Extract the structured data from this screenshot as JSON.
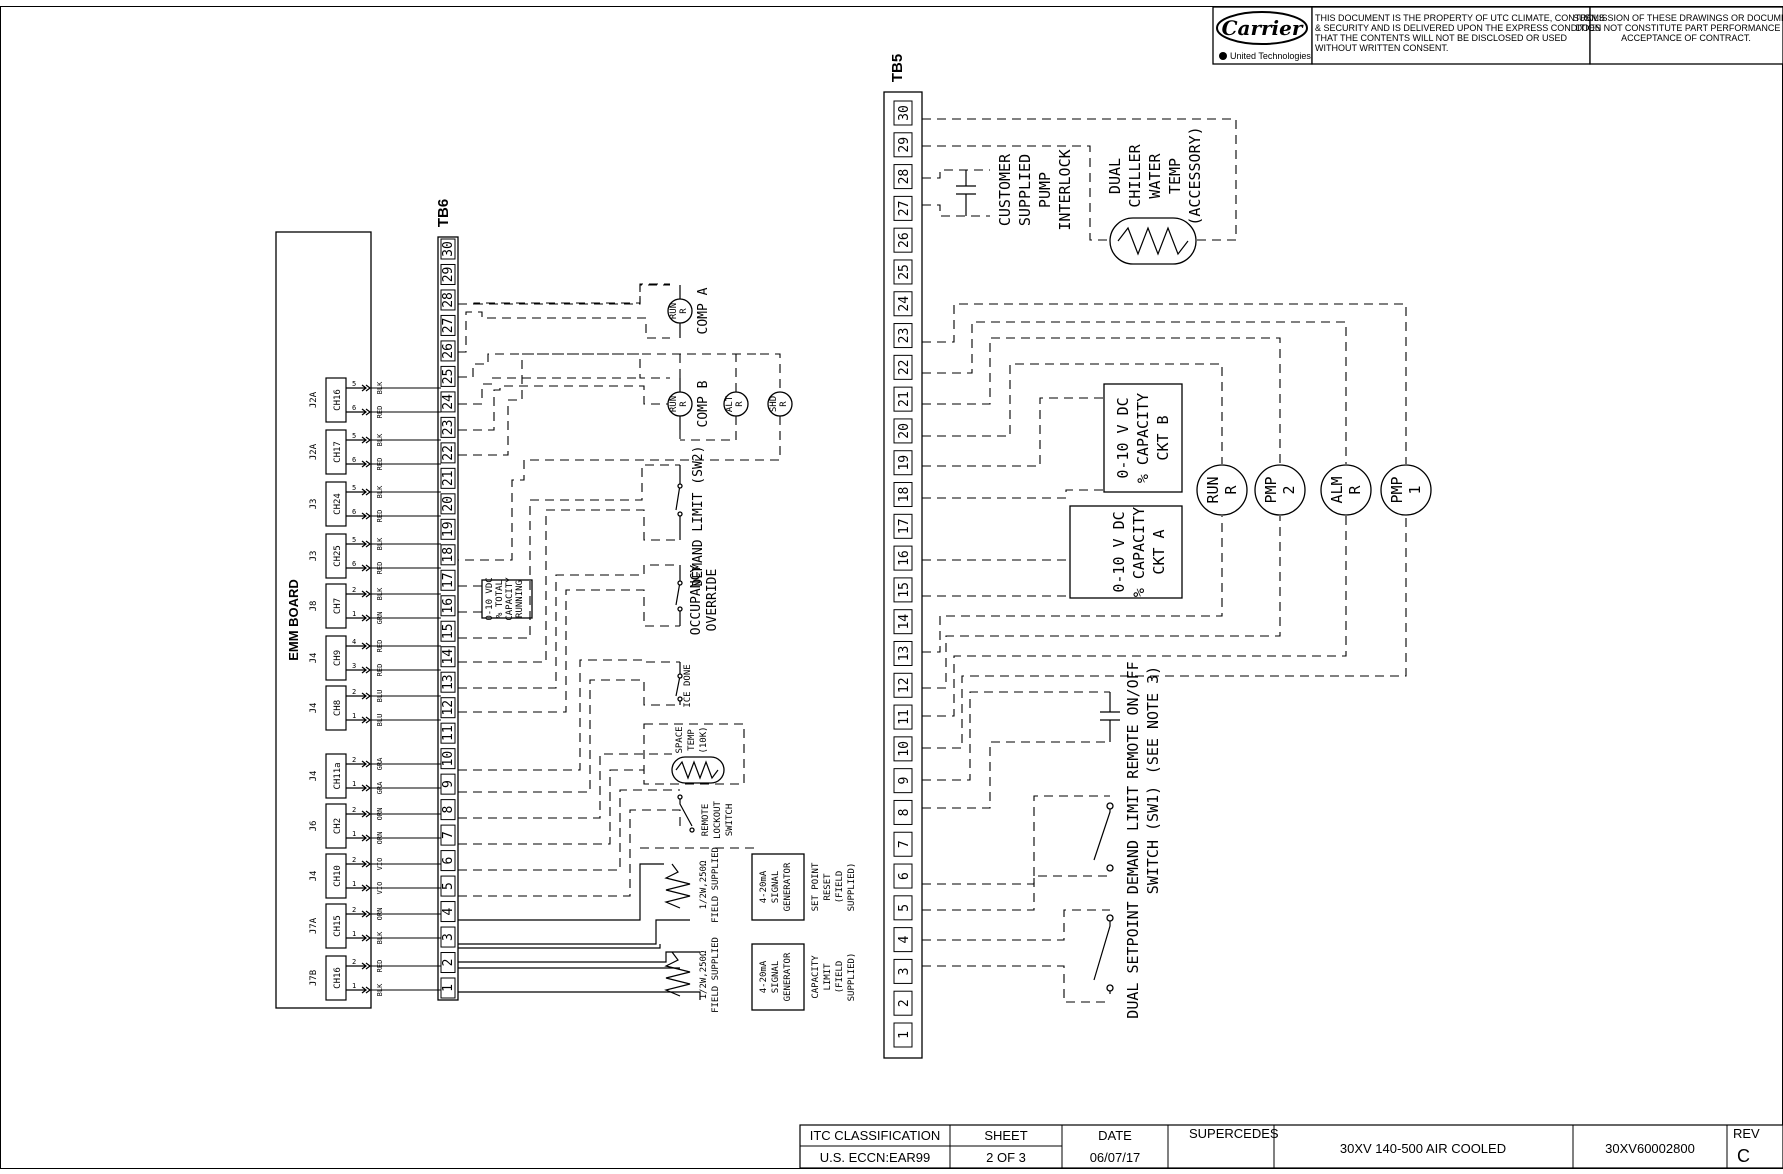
{
  "header": {
    "brand": "Carrier",
    "brand_sub": "United Technologies",
    "property_notice": [
      "THIS DOCUMENT IS THE PROPERTY OF UTC CLIMATE, CONTROLS",
      "& SECURITY AND IS DELIVERED UPON THE EXPRESS CONDITION",
      "THAT THE CONTENTS WILL NOT BE DISCLOSED OR USED",
      "WITHOUT WRITTEN CONSENT."
    ],
    "submission_notice": [
      "SUBMISSION OF THESE DRAWINGS OR DOCUMENT",
      "DOES NOT CONSTITUTE PART PERFORMANCE OR",
      "ACCEPTANCE OF CONTRACT."
    ]
  },
  "tb6": {
    "title": "TB6",
    "terminals": [
      "1",
      "2",
      "3",
      "4",
      "5",
      "6",
      "7",
      "8",
      "9",
      "10",
      "11",
      "12",
      "13",
      "14",
      "15",
      "16",
      "17",
      "18",
      "19",
      "20",
      "21",
      "22",
      "23",
      "24",
      "25",
      "26",
      "27",
      "28",
      "29",
      "30"
    ]
  },
  "tb5": {
    "title": "TB5",
    "terminals": [
      "1",
      "2",
      "3",
      "4",
      "5",
      "6",
      "7",
      "8",
      "9",
      "10",
      "11",
      "12",
      "13",
      "14",
      "15",
      "16",
      "17",
      "18",
      "19",
      "20",
      "21",
      "22",
      "23",
      "24",
      "25",
      "26",
      "27",
      "28",
      "29",
      "30"
    ]
  },
  "emm": {
    "title": "EMM BOARD",
    "channels": [
      {
        "ch": "CH16",
        "jack": "J7B",
        "wires": [
          "RED",
          "BLK"
        ],
        "pins": [
          "2",
          "1"
        ]
      },
      {
        "ch": "CH15",
        "jack": "J7A",
        "wires": [
          "ORN",
          "BLK"
        ],
        "pins": [
          "2",
          "1"
        ]
      },
      {
        "ch": "CH10",
        "jack": "J4",
        "wires": [
          "VIO",
          "VIO"
        ],
        "pins": [
          "2",
          "1"
        ]
      },
      {
        "ch": "CH2",
        "jack": "J6",
        "wires": [
          "ORN",
          "ORN"
        ],
        "pins": [
          "2",
          "1"
        ]
      },
      {
        "ch": "CH11a",
        "jack": "J4",
        "wires": [
          "GRA",
          "GRA"
        ],
        "pins": [
          "2",
          "1"
        ]
      },
      {
        "ch": "CH8",
        "jack": "J4",
        "wires": [
          "BLU",
          "BLU"
        ],
        "pins": [
          "2",
          "1"
        ]
      },
      {
        "ch": "CH9",
        "jack": "J4",
        "wires": [
          "RED",
          "RED"
        ],
        "pins": [
          "4",
          "3"
        ]
      },
      {
        "ch": "CH7",
        "jack": "J8",
        "wires": [
          "BLK",
          "GRN"
        ],
        "pins": [
          "2",
          "1"
        ]
      },
      {
        "ch": "CH25",
        "jack": "J3",
        "wires": [
          "BLK",
          "RED"
        ],
        "pins": [
          "5",
          "6"
        ]
      },
      {
        "ch": "CH24",
        "jack": "J3",
        "wires": [
          "BLK",
          "RED"
        ],
        "pins": [
          "5",
          "6"
        ]
      },
      {
        "ch": "CH17",
        "jack": "J2A",
        "wires": [
          "BLK",
          "RED"
        ],
        "pins": [
          "5",
          "6"
        ]
      },
      {
        "ch": "CH16",
        "jack": "J2A",
        "wires": [
          "BLK",
          "RED"
        ],
        "pins": [
          "5",
          "6"
        ]
      }
    ]
  },
  "tb6_devices": {
    "comp_a": "COMP A",
    "comp_b": "COMP B",
    "run": "RUN",
    "alt": "ALT",
    "shd": "SHD",
    "r": "R",
    "demand_limit_sw2": "DEMAND LIMIT (SW2)",
    "occupancy_override": [
      "OCCUPANCY",
      "OVERRIDE"
    ],
    "ice_done": "ICE DONE",
    "space_temp": [
      "SPACE",
      "TEMP",
      "(10K)"
    ],
    "remote_lockout": [
      "REMOTE",
      "LOCKOUT",
      "SWITCH"
    ],
    "resistor1": [
      "1/2W,250Ω",
      "FIELD SUPPLIED"
    ],
    "resistor2": [
      "1/2W,250Ω",
      "FIELD SUPPLIED"
    ],
    "signal_gen1": [
      "4-20mA",
      "SIGNAL",
      "GENERATOR"
    ],
    "signal_gen2": [
      "4-20mA",
      "SIGNAL",
      "GENERATOR"
    ],
    "set_point_reset": [
      "SET POINT",
      "RESET",
      "(FIELD",
      "SUPPLIED)"
    ],
    "capacity_limit": [
      "CAPACITY",
      "LIMIT",
      "(FIELD",
      "SUPPLIED)"
    ],
    "total_capacity": [
      "0-10 VDC",
      "% TOTAL",
      "CAPACITY",
      "RUNNING"
    ]
  },
  "tb5_devices": {
    "pump_interlock": [
      "CUSTOMER",
      "SUPPLIED",
      "PUMP",
      "INTERLOCK"
    ],
    "dual_chiller": [
      "DUAL",
      "CHILLER",
      "WATER",
      "TEMP",
      "(ACCESSORY)"
    ],
    "cap_ckt_b": [
      "0-10 V DC",
      "% CAPACITY",
      "CKT B"
    ],
    "cap_ckt_a": [
      "0-10 V DC",
      "% CAPACITY",
      "CKT A"
    ],
    "run_r": [
      "RUN",
      "R"
    ],
    "pmp2": [
      "PMP",
      "2"
    ],
    "alm_r": [
      "ALM",
      "R"
    ],
    "pmp1": [
      "PMP",
      "1"
    ],
    "remote_onoff": [
      "REMOTE ON/OFF",
      "(SEE NOTE 3)"
    ],
    "demand_limit_sw1": [
      "DEMAND LIMIT",
      "SWITCH (SW1)"
    ],
    "dual_setpoint": "DUAL SETPOINT"
  },
  "title_block": {
    "itc_label": "ITC CLASSIFICATION",
    "itc_value": "U.S. ECCN:EAR99",
    "sheet_label": "SHEET",
    "sheet_value": "2 OF 3",
    "date_label": "DATE",
    "date_value": "06/07/17",
    "supercedes_label": "SUPERCEDES",
    "description": "30XV 140-500 AIR COOLED",
    "doc_number": "30XV60002800",
    "rev_label": "REV",
    "rev_value": "C"
  }
}
